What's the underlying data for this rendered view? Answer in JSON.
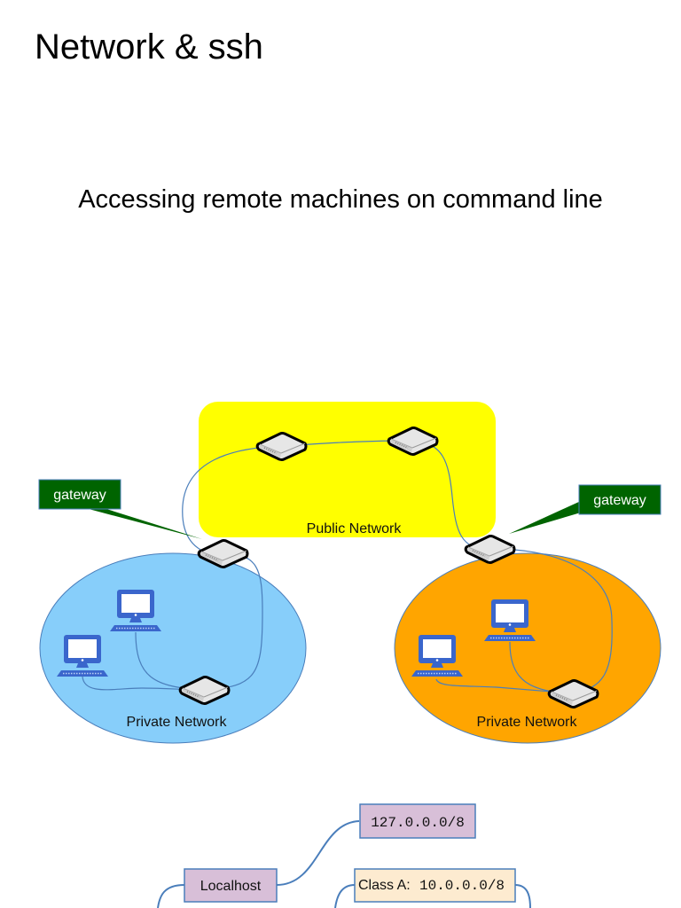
{
  "slide": {
    "title": "Network & ssh",
    "subtitle": "Accessing remote machines on command line"
  },
  "diagram": {
    "public_network": {
      "label": "Public Network",
      "color": "#ffff00"
    },
    "private_network_left": {
      "label": "Private Network",
      "color": "#87cefa"
    },
    "private_network_right": {
      "label": "Private Network",
      "color": "#ffa500"
    },
    "callouts": [
      {
        "label": "gateway",
        "color": "#006400"
      },
      {
        "label": "gateway",
        "color": "#006400"
      }
    ],
    "link_color": "#4a7ebb",
    "computer_color": "#3a66cc"
  },
  "address_tree": {
    "nodes": [
      {
        "label": "127.0.0.0/8",
        "color": "#d8bfd8"
      },
      {
        "label": "Localhost",
        "color": "#d8bfd8"
      },
      {
        "label_prefix": "Class A: ",
        "label_mono": "10.0.0.0/8",
        "color": "#fdebd0"
      }
    ]
  }
}
